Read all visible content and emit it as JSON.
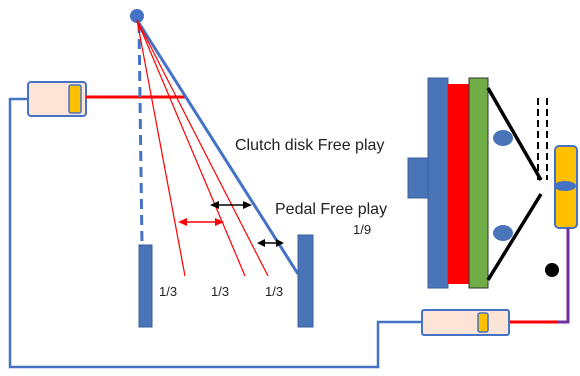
{
  "labels": {
    "clutch_free_play": "Clutch disk Free play",
    "pedal_free_play": "Pedal Free play",
    "ratio_ninth": "1/9",
    "ratio_third_1": "1/3",
    "ratio_third_2": "1/3",
    "ratio_third_3": "1/3"
  },
  "colors": {
    "rod_blue": "#4472C4",
    "pedal_fill": "#4A74B8",
    "pedal_stroke": "#3A5F97",
    "red_line": "#FF0000",
    "pressure_plate_red": "#FF0000",
    "clutch_green": "#70AD47",
    "cylinder_body": "#FCE4D6",
    "cylinder_piston": "#FFC000",
    "pushrod_purple": "#7030A0",
    "black": "#000000"
  }
}
